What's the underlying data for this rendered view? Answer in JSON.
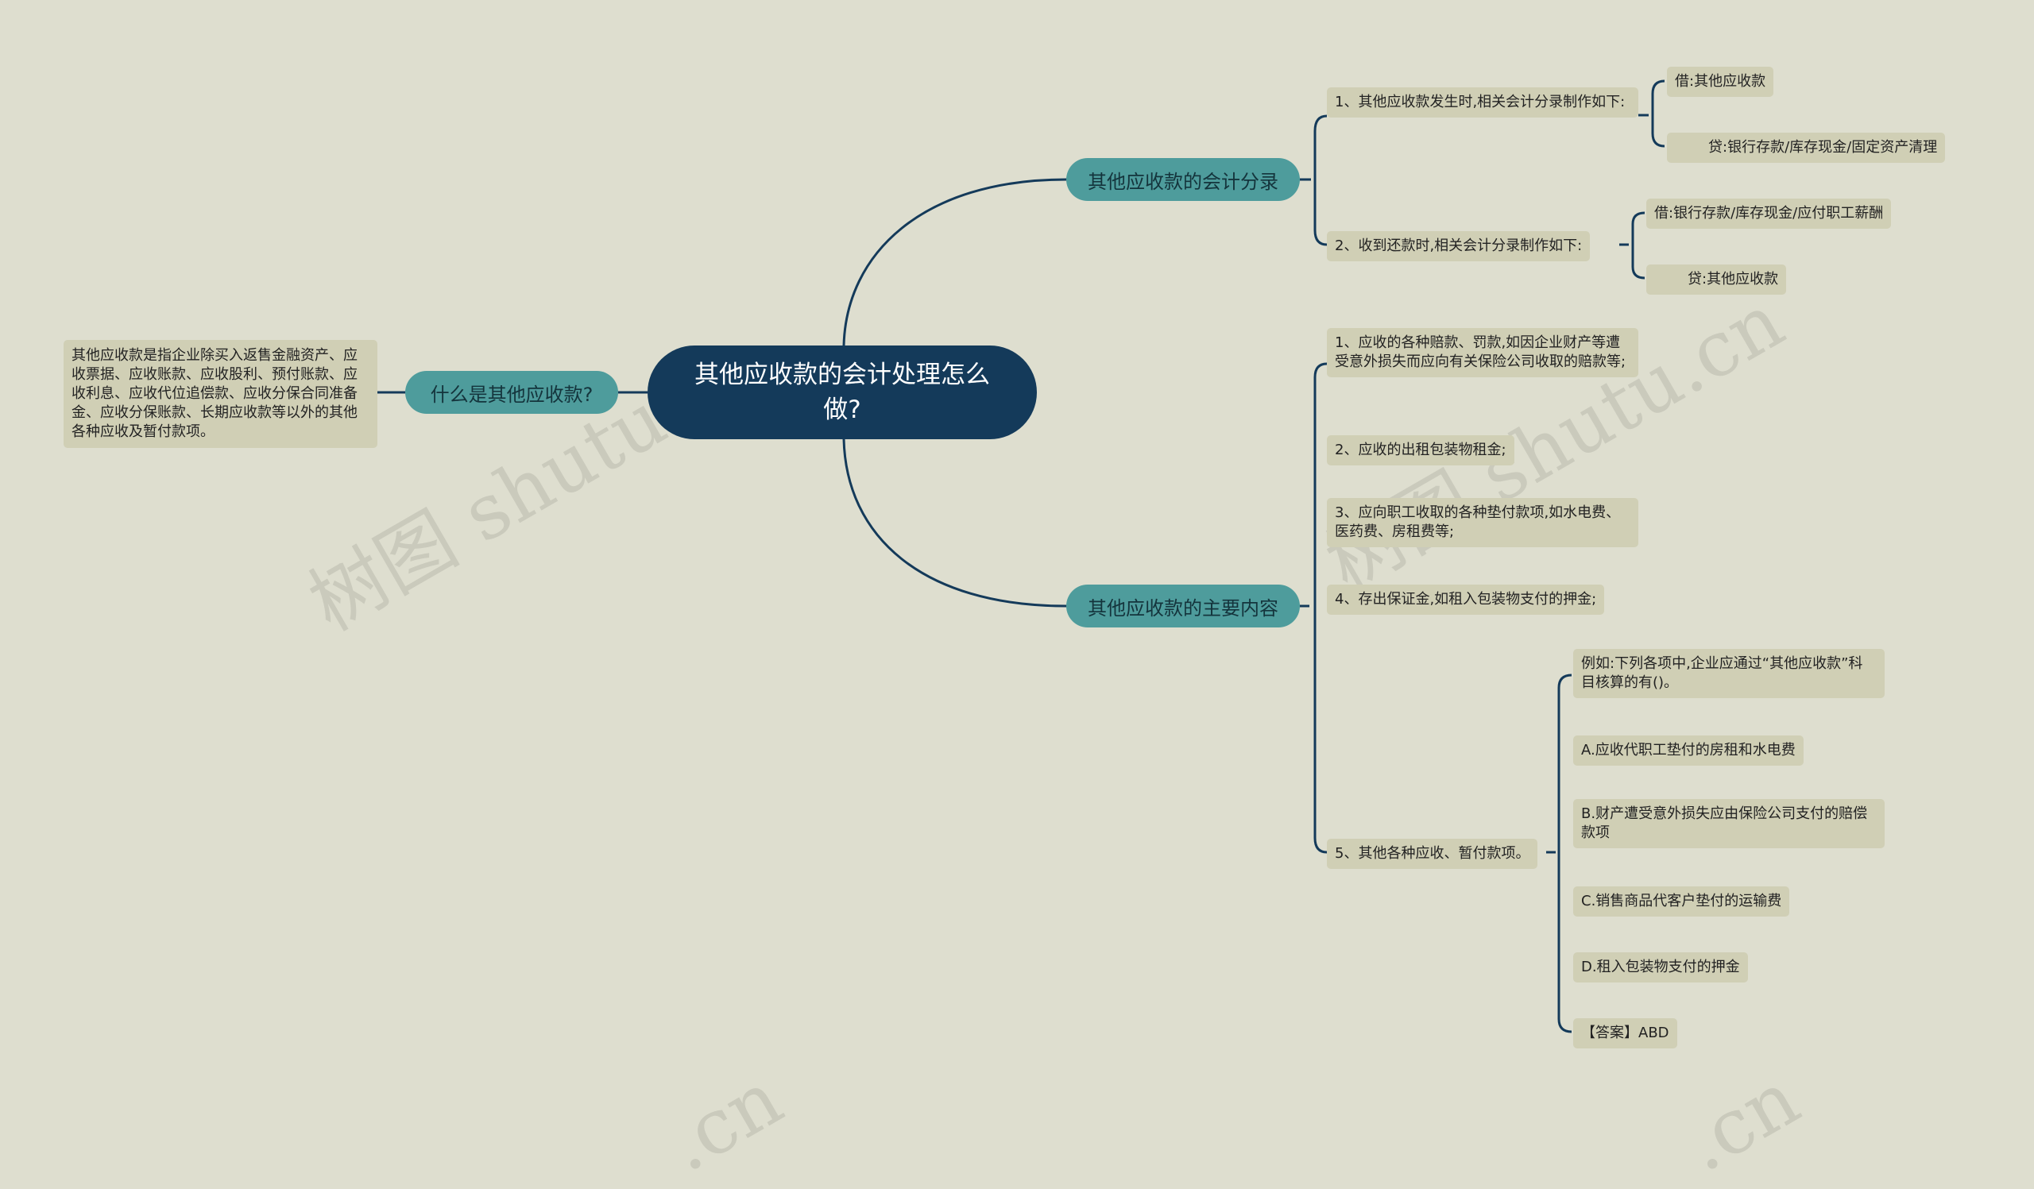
{
  "root": {
    "label": "其他应收款的会计处理怎么做?"
  },
  "left_branch": {
    "label": "什么是其他应收款?",
    "definition": "其他应收款是指企业除买入返售金融资产、应收票据、应收账款、应收股利、预付账款、应收利息、应收代位追偿款、应收分保合同准备金、应收分保账款、长期应收款等以外的其他各种应收及暂付款项。"
  },
  "branch_entries": {
    "label": "其他应收款的会计分录",
    "items": [
      {
        "text": "1、其他应收款发生时,相关会计分录制作如下:",
        "children": [
          "借:其他应收款",
          "贷:银行存款/库存现金/固定资产清理"
        ]
      },
      {
        "text": "2、收到还款时,相关会计分录制作如下:",
        "children": [
          "借:银行存款/库存现金/应付职工薪酬",
          "贷:其他应收款"
        ]
      }
    ]
  },
  "branch_contents": {
    "label": "其他应收款的主要内容",
    "items": [
      {
        "text": "1、应收的各种赔款、罚款,如因企业财产等遭受意外损失而应向有关保险公司收取的赔款等;"
      },
      {
        "text": "2、应收的出租包装物租金;"
      },
      {
        "text": "3、应向职工收取的各种垫付款项,如水电费、医药费、房租费等;"
      },
      {
        "text": "4、存出保证金,如租入包装物支付的押金;"
      },
      {
        "text": "5、其他各种应收、暂付款项。",
        "children": [
          "例如:下列各项中,企业应通过“其他应收款”科目核算的有()。",
          "A.应收代职工垫付的房租和水电费",
          "B.财产遭受意外损失应由保险公司支付的赔偿款项",
          "C.销售商品代客户垫付的运输费",
          "D.租入包装物支付的押金",
          "【答案】ABD"
        ]
      }
    ]
  },
  "watermarks": [
    "树图 shutu.cn",
    "树图 shutu.cn",
    ".cn",
    ".cn"
  ],
  "colors": {
    "background": "#dedecf",
    "root": "#143a5a",
    "branch": "#4e9c9c",
    "leaf": "#d0cfb5",
    "line": "#143a5a"
  }
}
